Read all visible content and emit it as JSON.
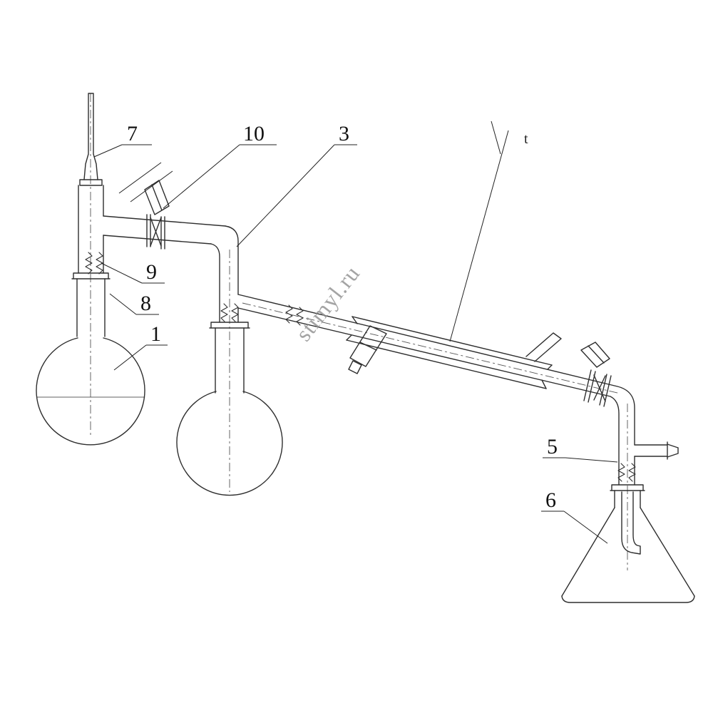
{
  "colors": {
    "line": "#2e2e2e",
    "label": "#111111",
    "watermark": "#8e8e8e",
    "background": "#ffffff"
  },
  "watermark": {
    "text": "stimyl.ru"
  },
  "annotations": {
    "t_mark": "t"
  },
  "labels": [
    {
      "id": "7",
      "text": "7"
    },
    {
      "id": "10",
      "text": "10"
    },
    {
      "id": "3",
      "text": "3"
    },
    {
      "id": "9",
      "text": "9"
    },
    {
      "id": "8",
      "text": "8"
    },
    {
      "id": "1",
      "text": "1"
    },
    {
      "id": "5",
      "text": "5"
    },
    {
      "id": "6",
      "text": "6"
    }
  ]
}
